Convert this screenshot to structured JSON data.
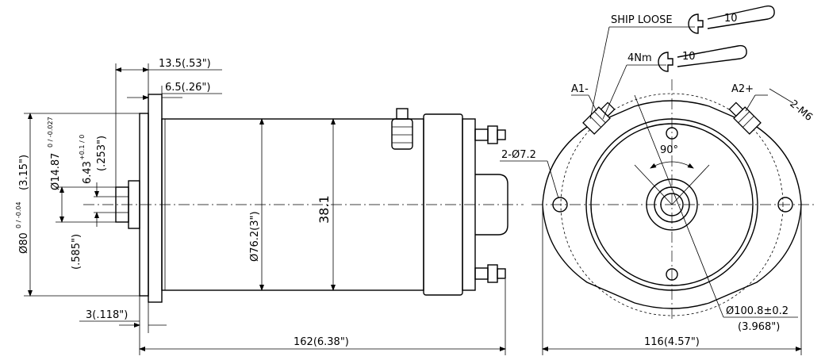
{
  "side_view": {
    "dim_13_5": "13.5(.53\")",
    "dim_6_5": "6.5(.26\")",
    "dim_3": "3(.118\")",
    "dim_162": "162(6.38\")",
    "dim_dia76": "Ø76.2(3\")",
    "dim_38_1": "38.1",
    "dim_dia80": "Ø80",
    "dim_dia80_tol": "0 / -0.04",
    "dim_dia80_in": "(3.15\")",
    "dim_dia14": "Ø14.87",
    "dim_dia14_tol": "0 / -0.027",
    "dim_643": "6.43",
    "dim_643_tol": "+0.1 / 0",
    "dim_253": "(.253\")",
    "dim_585": "(.585\")"
  },
  "end_view": {
    "ship_loose": "SHIP LOOSE",
    "torque": "4Nm",
    "wrench_size_1": "10",
    "wrench_size_2": "10",
    "terminal_a1": "A1-",
    "terminal_a2": "A2+",
    "thread": "2-M6",
    "holes": "2-Ø7.2",
    "angle": "90°",
    "dia100": "Ø100.8±0.2",
    "dia100_in": "(3.968\")",
    "dim_116": "116(4.57\")"
  }
}
